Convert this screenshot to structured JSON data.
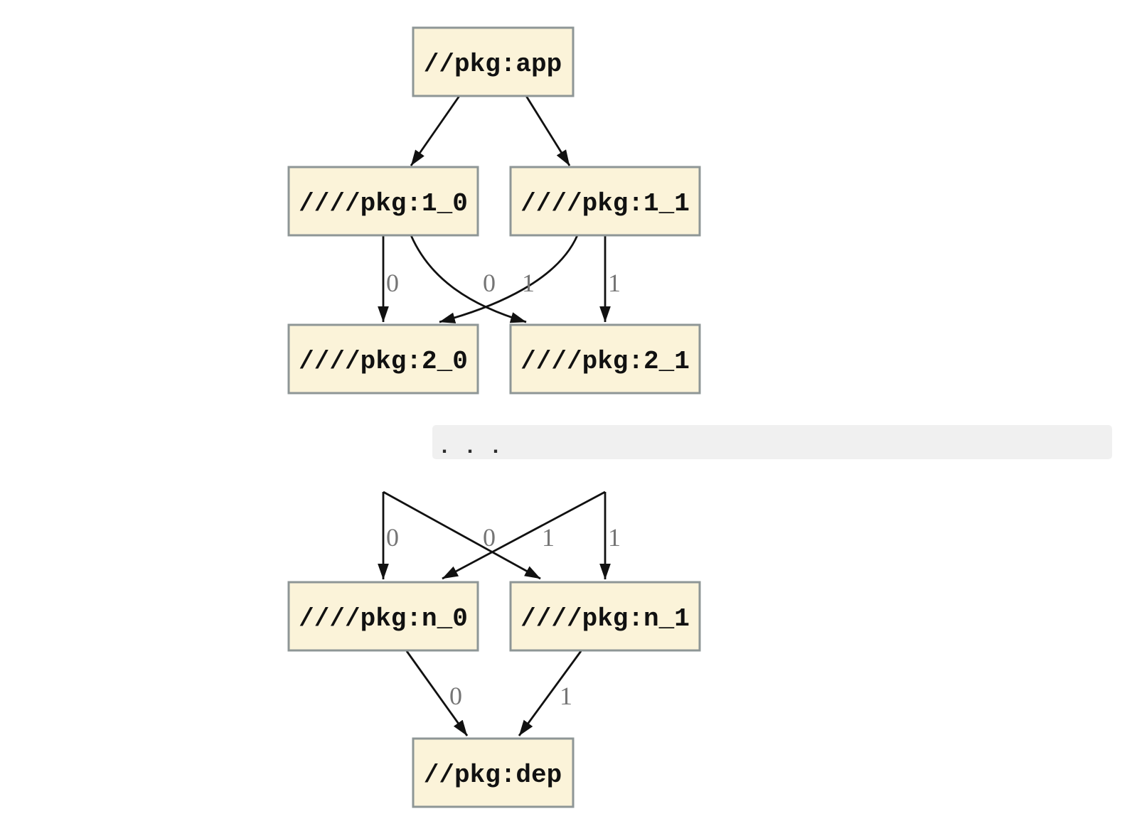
{
  "diagram": {
    "type": "dependency-graph",
    "colors": {
      "background": "#ffffff",
      "node_fill": "#fbf3d9",
      "node_border": "#8e9696",
      "node_text": "#111111",
      "edge": "#111111",
      "edge_label": "#757575",
      "band_fill": "#f0f0f0"
    },
    "nodes": [
      {
        "id": "app",
        "label": "//pkg:app"
      },
      {
        "id": "1_0",
        "label": "////pkg:1_0"
      },
      {
        "id": "1_1",
        "label": "////pkg:1_1"
      },
      {
        "id": "2_0",
        "label": "////pkg:2_0"
      },
      {
        "id": "2_1",
        "label": "////pkg:2_1"
      },
      {
        "id": "n_0",
        "label": "////pkg:n_0"
      },
      {
        "id": "n_1",
        "label": "////pkg:n_1"
      },
      {
        "id": "dep",
        "label": "//pkg:dep"
      }
    ],
    "edge_labels": {
      "upper": [
        "0",
        "0",
        "1",
        "1"
      ],
      "lower": [
        "0",
        "0",
        "1",
        "1"
      ],
      "bottom": [
        "0",
        "1"
      ]
    },
    "ellipsis": ". . ."
  }
}
